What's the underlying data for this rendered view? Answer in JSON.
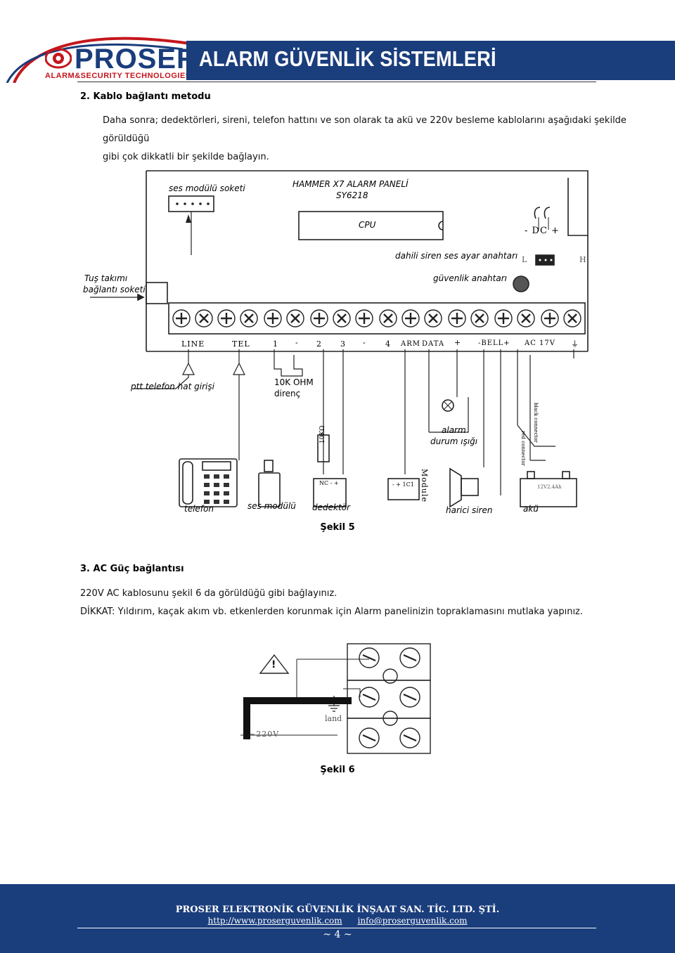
{
  "header": {
    "logo_text": "PROSER",
    "logo_tagline": "ALARM&SECURITY TECHNOLOGIES",
    "title": "ALARM GÜVENLİK SİSTEMLERİ",
    "colors": {
      "brand_blue": "#1a3d7c",
      "brand_red": "#c4161c"
    }
  },
  "section2": {
    "heading": "2.  Kablo bağlantı metodu",
    "para_line1": "Daha sonra; dedektörleri, sireni, telefon hattını ve son olarak ta akü ve 220v besleme kablolarını aşağıdaki şekilde görüldüğü",
    "para_line2": "gibi çok dikkatli bir şekilde bağlayın."
  },
  "figure5": {
    "panel_title": "HAMMER X7 ALARM PANELİ",
    "panel_model": "SY6218",
    "cpu": "CPU",
    "voice_socket": "ses modülü soketi",
    "keypad_socket_line1": "Tuş takımı",
    "keypad_socket_line2": "bağlantı soketi",
    "dc": "- DC +",
    "siren_switch": "dahili siren ses ayar anahtarı",
    "switch_l": "L",
    "switch_h": "H",
    "security_switch": "güvenlik anahtarı",
    "terminals": [
      "LINE",
      "TEL",
      "1",
      "-",
      "2",
      "3",
      "-",
      "4",
      "ARM",
      "DATA",
      "+",
      "-BELL+",
      "AC 17V",
      "⏚"
    ],
    "phone_line_input": "ptt telefon hat girişi",
    "resistor_line1": "10K OHM",
    "resistor_line2": "direnç",
    "resistor_value": "10KΩ",
    "status_light_line1": "alarm",
    "status_light_line2": "durum ışığı",
    "module_text": "Module",
    "detector_terms": "NC - +",
    "module_terms": "- + 1C1",
    "battery_label": "12V2.4Ah",
    "wire_black": "black connector",
    "wire_red": "red connector",
    "devices": [
      "telefon",
      "ses modülü",
      "dedektör",
      "harici siren",
      "akü"
    ],
    "caption": "Şekil 5"
  },
  "section3": {
    "heading": "3.  AC Güç bağlantısı",
    "line1": "220V AC kablosunu şekil 6 da görüldüğü gibi bağlayınız.",
    "line2": "DİKKAT: Yıldırım, kaçak akım vb. etkenlerden korunmak için Alarm panelinizin topraklamasını mutlaka yapınız."
  },
  "figure6": {
    "warning": "!",
    "ground_label": "land",
    "ac_label": "~220V",
    "caption": "Şekil 6"
  },
  "footer": {
    "company": "PROSER ELEKTRONİK GÜVENLİK İNŞAAT SAN. TİC. LTD. ŞTİ.",
    "website": "http://www.proserguvenlik.com",
    "email": "info@proserguvenlik.com",
    "page": "~ 4 ~"
  }
}
